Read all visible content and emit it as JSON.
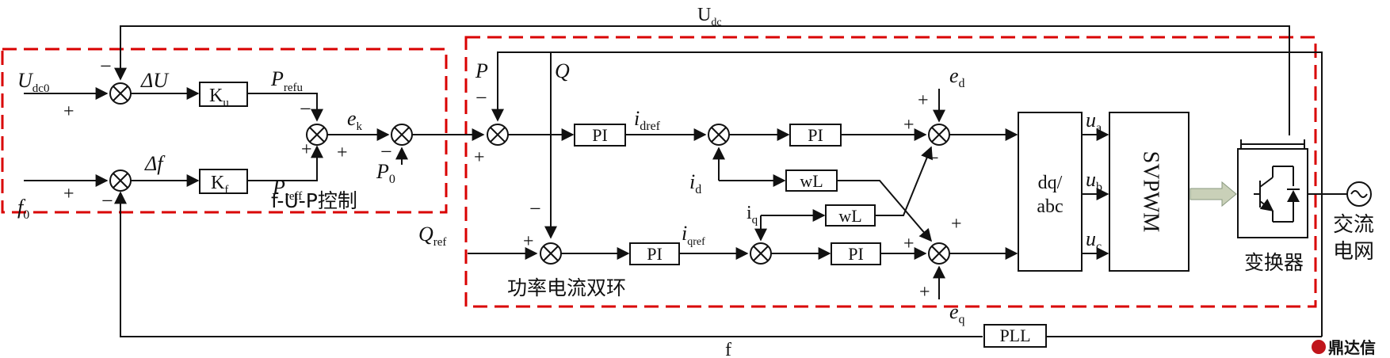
{
  "signals": {
    "udc": "U",
    "udc_sub": "dc",
    "udc0": "U",
    "udc0_sub": "dc0",
    "f0": "f",
    "f0_sub": "0",
    "delta_u": "ΔU",
    "delta_f": "Δf",
    "ku": "K",
    "ku_sub": "u",
    "kf": "K",
    "kf_sub": "f",
    "prefu": "P",
    "prefu_sub": "refu",
    "preff": "P",
    "preff_sub": "reff",
    "ek": "e",
    "ek_sub": "k",
    "p0": "P",
    "p0_sub": "0",
    "p": "P",
    "q": "Q",
    "qref": "Q",
    "qref_sub": "ref",
    "idref": "i",
    "idref_sub": "dref",
    "iqref": "i",
    "iqref_sub": "qref",
    "id": "i",
    "id_sub": "d",
    "iq": "i",
    "iq_sub": "q",
    "ed": "e",
    "ed_sub": "d",
    "eq": "e",
    "eq_sub": "q",
    "ua": "u",
    "ua_sub": "a",
    "ub": "u",
    "ub_sub": "b",
    "uc": "u",
    "uc_sub": "c",
    "f": "f",
    "plus": "+",
    "minus": "−"
  },
  "blocks": {
    "pi": "PI",
    "wl": "wL",
    "dq_line1": "dq/",
    "dq_line2": "abc",
    "svpwm": "SVPWM",
    "pll": "PLL"
  },
  "labels": {
    "fup_control": "f-U-P控制",
    "power_current_loop": "功率电流双环",
    "converter": "变换器",
    "grid_line1": "交流",
    "grid_line2": "电网",
    "watermark": "鼎达信"
  },
  "colors": {
    "line": "#111111",
    "dashed_region": "#d90000",
    "pwm_arrow": "#c9d0b8",
    "watermark": "#c0151b"
  }
}
